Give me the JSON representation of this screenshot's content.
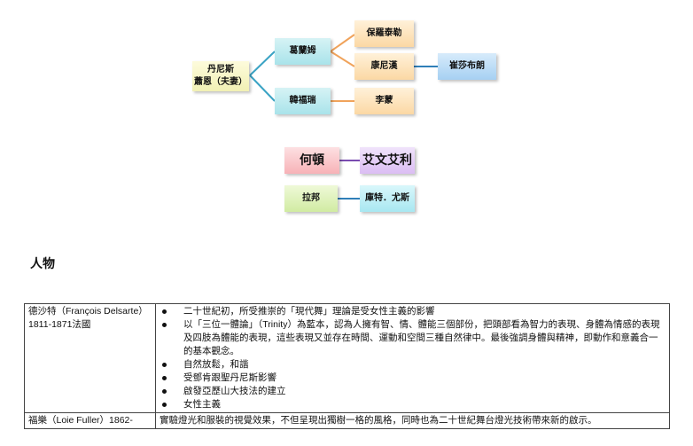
{
  "diagram": {
    "nodes": {
      "danis": "丹尼斯\n蕭恩（夫妻）",
      "graham": "葛蘭姆",
      "humphrey": "韓福瑞",
      "paul_taylor": "保羅泰勒",
      "cunningham": "康尼漢",
      "tharp": "崔莎布朗",
      "limon": "李蒙",
      "horton": "何頓",
      "ailey": "艾文艾利",
      "laban": "拉邦",
      "jooss": "庫特．尤斯"
    }
  },
  "section": {
    "title": "人物"
  },
  "table": {
    "rows": [
      {
        "name": "德沙特（François Delsarte）1811-1871法國",
        "bullets": [
          "二十世紀初，所受推崇的「現代舞」理論是受女性主義的影響",
          "以「三位一體論」（Trinity）為藍本，認為人擁有智、情、體能三個部份，把頭部看為智力的表現、身體為情感的表現及四肢為體能的表現，這些表現又並存在時間、運動和空間三種自然律中。最後強調身體與精神，即動作和意義合一的基本觀念。",
          "自然放鬆，和諧",
          "受鄧肯跟聖丹尼斯影響",
          "啟發亞歷山大技法的建立",
          "女性主義"
        ]
      },
      {
        "name": "福樂（Loie Fuller）1862-",
        "text": "實驗燈光和服裝的視覺效果，不但呈現出獨樹一格的風格，同時也為二十世紀舞台燈光技術帶來新的啟示。"
      }
    ]
  }
}
